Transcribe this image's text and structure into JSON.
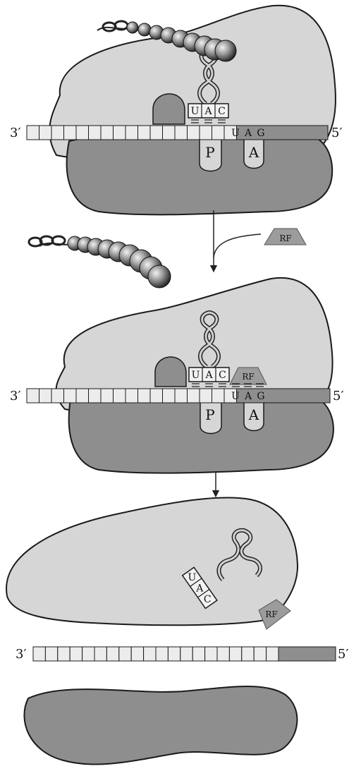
{
  "colors": {
    "large_subunit": "#d6d6d6",
    "small_subunit": "#8e8e8e",
    "mrna_cell": "#ececec",
    "mrna_tail": "#8e8e8e",
    "release_factor": "#9c9c9c",
    "outline": "#1a1a1a"
  },
  "mrna": {
    "end_3": "3′",
    "end_5": "5′"
  },
  "sites": {
    "p": "P",
    "a": "A"
  },
  "anticodon": [
    "U",
    "A",
    "C"
  ],
  "stop_codon": [
    "U",
    "A",
    "G"
  ],
  "release_factor": "RF",
  "icons": [
    "polypeptide-chain-icon",
    "trna-icon",
    "arrow-down-icon"
  ]
}
